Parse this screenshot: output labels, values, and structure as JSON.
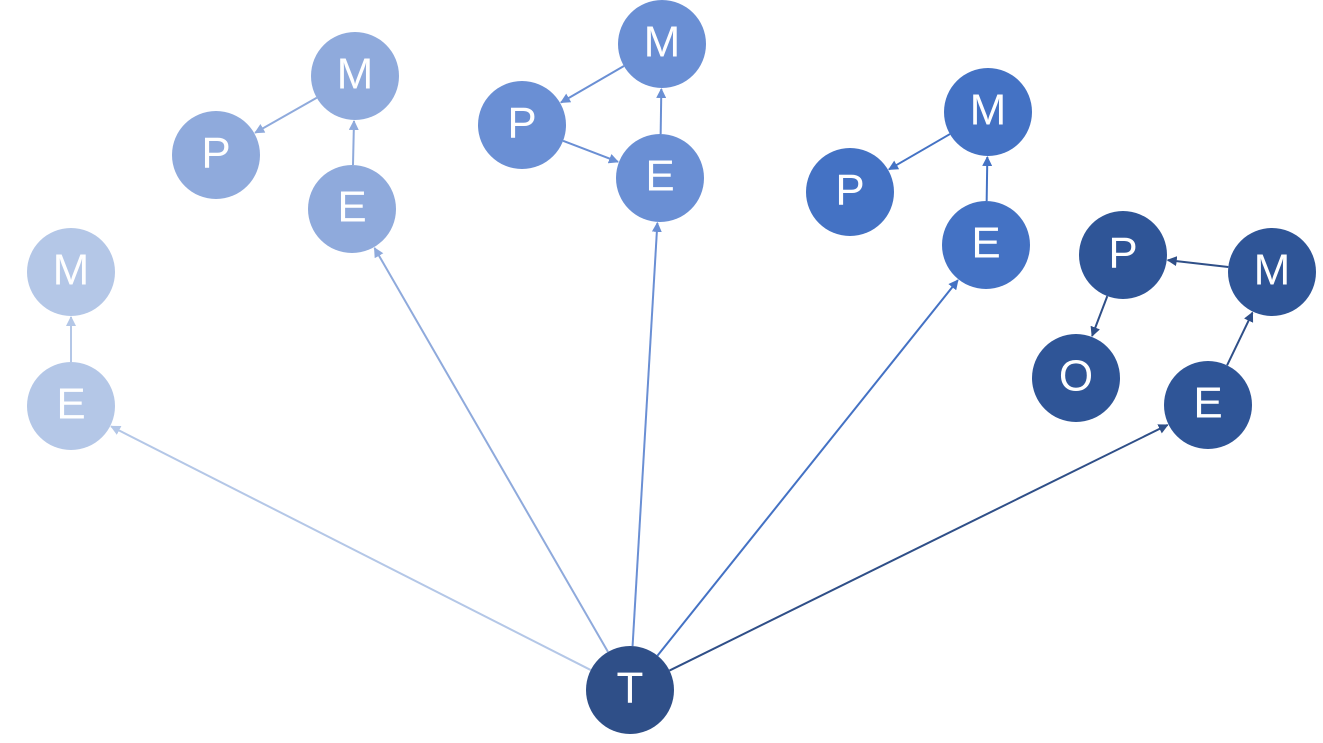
{
  "palette": {
    "c1": "#b4c7e7",
    "c2": "#8faadc",
    "c3": "#6a8fd4",
    "c4": "#4472c4",
    "c5": "#2f5597",
    "root": "#2f4f88"
  },
  "nodes": [
    {
      "id": "T",
      "label": "T",
      "color": "root"
    },
    {
      "id": "E1",
      "label": "E",
      "color": "c1"
    },
    {
      "id": "M1",
      "label": "M",
      "color": "c1"
    },
    {
      "id": "E2",
      "label": "E",
      "color": "c2"
    },
    {
      "id": "M2",
      "label": "M",
      "color": "c2"
    },
    {
      "id": "P2",
      "label": "P",
      "color": "c2"
    },
    {
      "id": "E3",
      "label": "E",
      "color": "c3"
    },
    {
      "id": "M3",
      "label": "M",
      "color": "c3"
    },
    {
      "id": "P3",
      "label": "P",
      "color": "c3"
    },
    {
      "id": "E4",
      "label": "E",
      "color": "c4"
    },
    {
      "id": "M4",
      "label": "M",
      "color": "c4"
    },
    {
      "id": "P4",
      "label": "P",
      "color": "c4"
    },
    {
      "id": "E5",
      "label": "E",
      "color": "c5"
    },
    {
      "id": "M5",
      "label": "M",
      "color": "c5"
    },
    {
      "id": "P5",
      "label": "P",
      "color": "c5"
    },
    {
      "id": "O5",
      "label": "O",
      "color": "c5"
    }
  ],
  "edges": [
    {
      "from": "T",
      "to": "E1",
      "color": "c1"
    },
    {
      "from": "E1",
      "to": "M1",
      "color": "c1"
    },
    {
      "from": "T",
      "to": "E2",
      "color": "c2"
    },
    {
      "from": "E2",
      "to": "M2",
      "color": "c2"
    },
    {
      "from": "M2",
      "to": "P2",
      "color": "c2"
    },
    {
      "from": "T",
      "to": "E3",
      "color": "c3"
    },
    {
      "from": "E3",
      "to": "M3",
      "color": "c3"
    },
    {
      "from": "M3",
      "to": "P3",
      "color": "c3"
    },
    {
      "from": "P3",
      "to": "E3",
      "color": "c3"
    },
    {
      "from": "T",
      "to": "E4",
      "color": "c4"
    },
    {
      "from": "E4",
      "to": "M4",
      "color": "c4"
    },
    {
      "from": "M4",
      "to": "P4",
      "color": "c4"
    },
    {
      "from": "T",
      "to": "E5",
      "color": "root"
    },
    {
      "from": "E5",
      "to": "M5",
      "color": "root"
    },
    {
      "from": "M5",
      "to": "P5",
      "color": "root"
    },
    {
      "from": "P5",
      "to": "O5",
      "color": "root"
    }
  ]
}
